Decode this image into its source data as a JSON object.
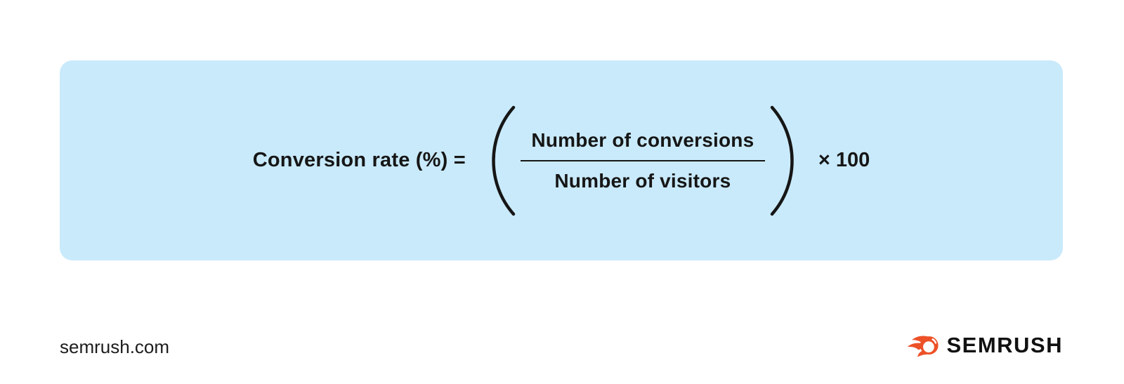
{
  "card": {
    "formula": {
      "lhs": "Conversion rate (%) =",
      "numerator": "Number of conversions",
      "denominator": "Number of visitors",
      "multiplier": "× 100"
    }
  },
  "footer": {
    "website": "semrush.com",
    "brand_wordmark": "SEMRUSH"
  },
  "colors": {
    "card_background": "#C9EAFB",
    "text": "#161616",
    "brand_orange": "#ED5128"
  },
  "icons": {
    "open_parenthesis": "open-paren-icon",
    "close_parenthesis": "close-paren-icon",
    "brand": "semrush-fireball-icon"
  }
}
